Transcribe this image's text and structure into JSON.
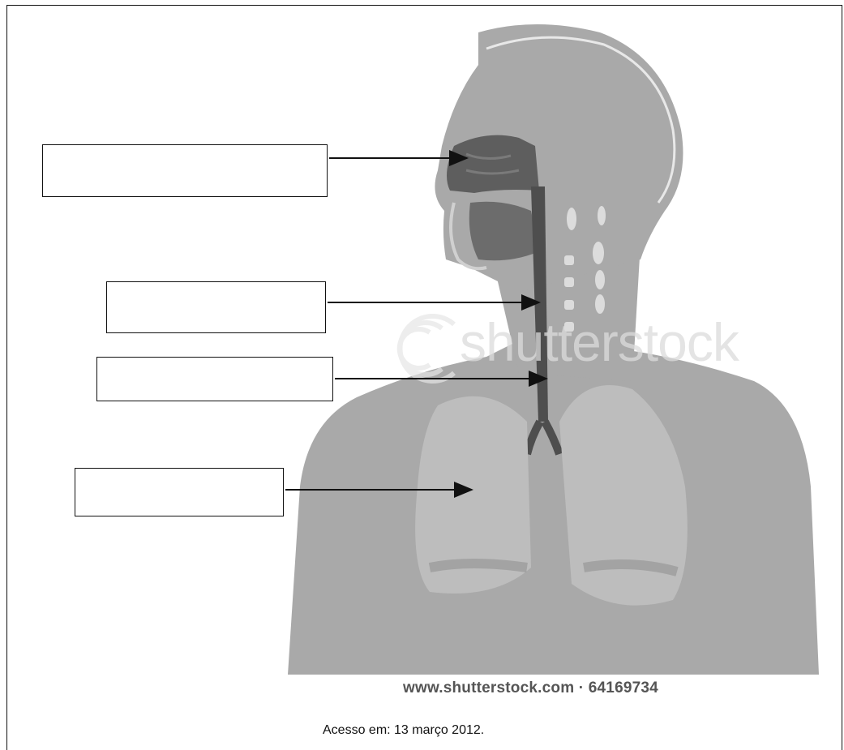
{
  "watermark": {
    "brand": "shutterstock",
    "credit": "www.shutterstock.com · 64169734"
  },
  "caption": "Acesso em: 13 março 2012.",
  "labels": [
    {
      "id": "label-1",
      "text": ""
    },
    {
      "id": "label-2",
      "text": ""
    },
    {
      "id": "label-3",
      "text": ""
    },
    {
      "id": "label-4",
      "text": ""
    }
  ],
  "colors": {
    "body": "#a9a9a9",
    "lungs": "#bdbdbd",
    "airway_dark": "#5a5a5a",
    "outline": "#111111"
  }
}
